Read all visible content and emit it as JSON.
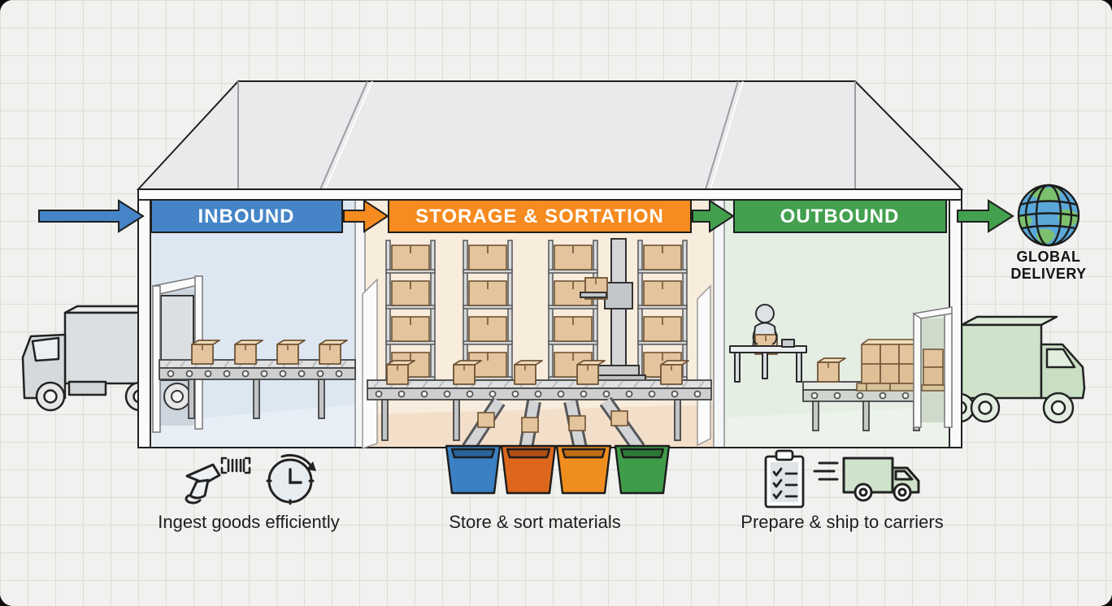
{
  "diagram": {
    "type": "warehouse-fulfillment-process",
    "entry_arrow_color": "#4585c7",
    "stages": [
      {
        "id": "inbound",
        "label": "INBOUND",
        "banner_color": "#4585c7",
        "wall_color": "#dde7f2",
        "caption": "Ingest goods efficiently",
        "icons": [
          "barcode-scanner-icon",
          "clock-icon"
        ]
      },
      {
        "id": "storage",
        "label": "STORAGE & SORTATION",
        "banner_color": "#f68b1f",
        "wall_color": "#f8ecdc",
        "caption": "Store & sort materials",
        "icons": [
          "sort-bins"
        ]
      },
      {
        "id": "outbound",
        "label": "OUTBOUND",
        "banner_color": "#43a04f",
        "wall_color": "#e4eee3",
        "caption": "Prepare & ship to carriers",
        "icons": [
          "checklist-icon",
          "delivery-van-icon"
        ]
      }
    ],
    "destination": {
      "icon": "globe-icon",
      "label_line1": "GLOBAL",
      "label_line2": "DELIVERY"
    },
    "sort_bins": [
      {
        "color": "#3b80c3",
        "name": "blue-bin"
      },
      {
        "color": "#dd671d",
        "name": "dark-orange-bin"
      },
      {
        "color": "#ef8d1e",
        "name": "orange-bin"
      },
      {
        "color": "#3f9c49",
        "name": "green-bin"
      }
    ],
    "vehicles": [
      {
        "name": "inbound-truck",
        "color": "#dcdfe2"
      },
      {
        "name": "outbound-truck",
        "color": "#cfe3cb"
      }
    ],
    "globe_colors": {
      "ocean": "#5aa8d8",
      "land": "#7cc06e"
    },
    "box_color": "#e3c49c"
  }
}
